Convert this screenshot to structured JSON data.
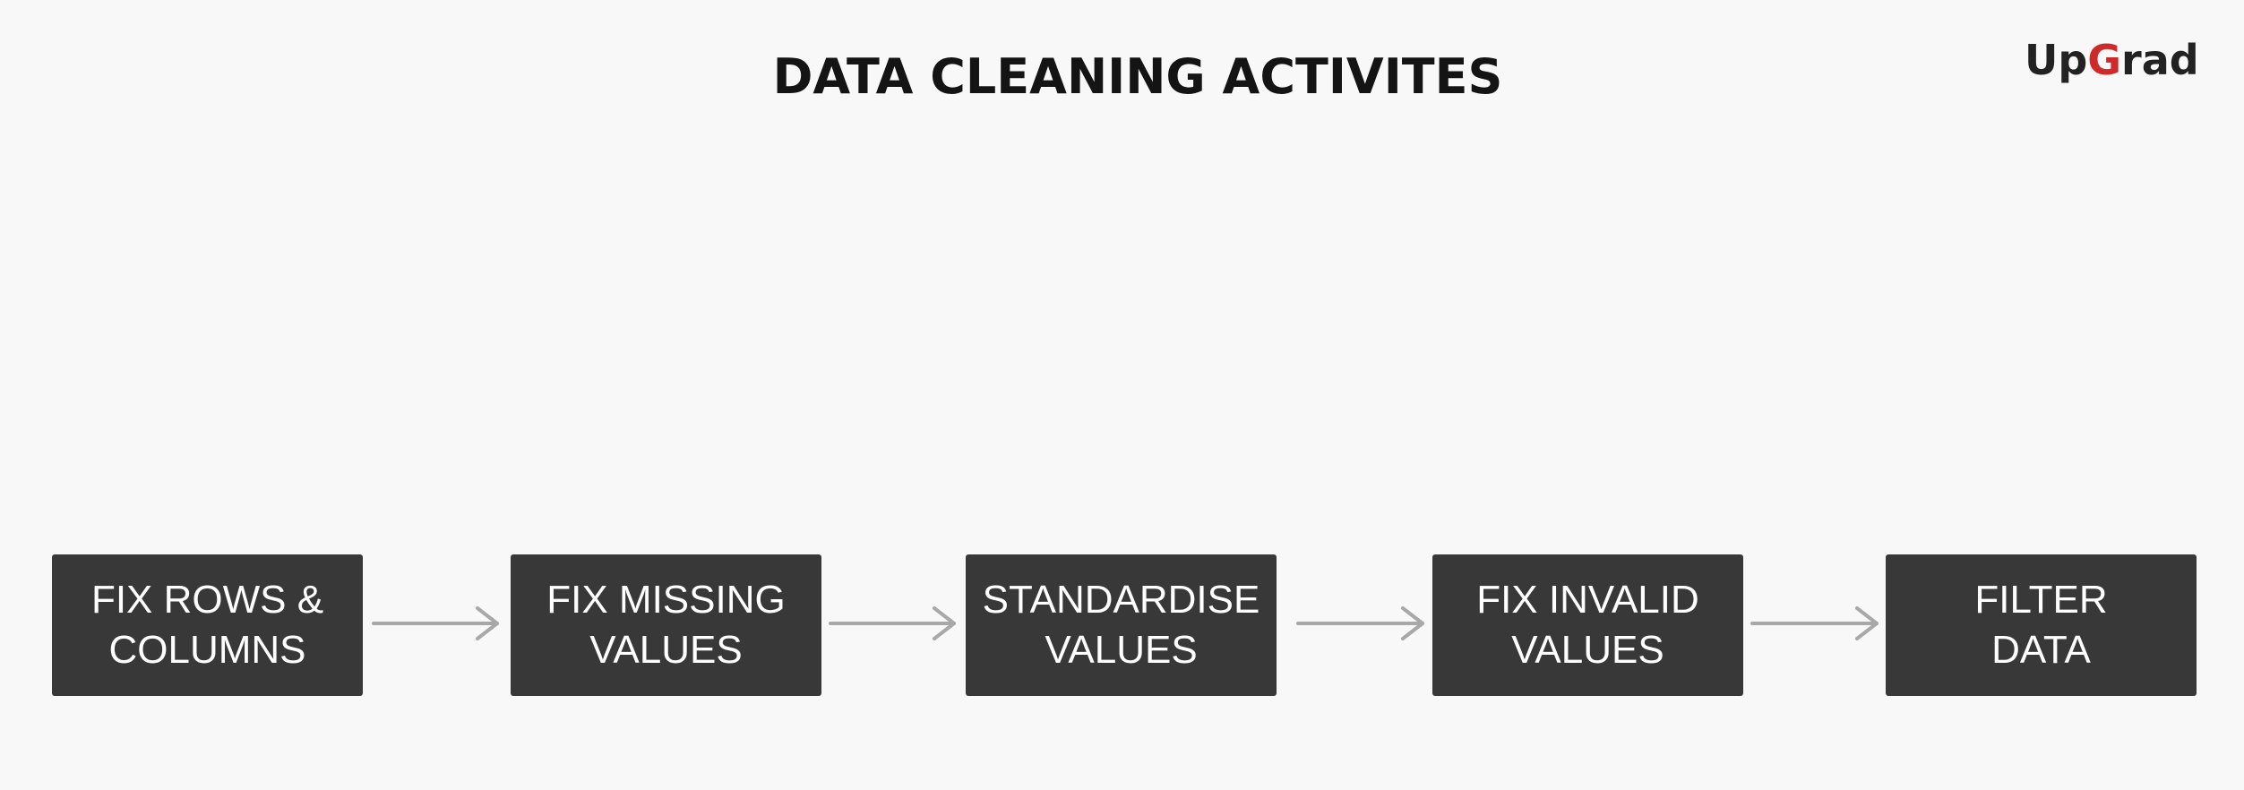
{
  "slide": {
    "title": "DATA CLEANING ACTIVITES",
    "logo": {
      "prefix": "Up",
      "accent_letter": "G",
      "suffix": "rad",
      "accent_color": "#cf2a2a"
    }
  },
  "flow": {
    "box_color": "#383838",
    "arrow_color": "#a8a8a8",
    "steps": [
      {
        "label": "FIX ROWS &\nCOLUMNS"
      },
      {
        "label": "FIX MISSING\nVALUES"
      },
      {
        "label": "STANDARDISE\nVALUES"
      },
      {
        "label": "FIX INVALID\nVALUES"
      },
      {
        "label": "FILTER\nDATA"
      }
    ]
  }
}
